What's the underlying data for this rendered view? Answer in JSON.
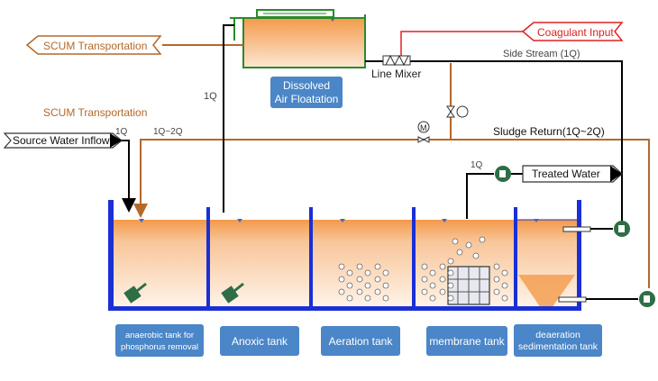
{
  "labels": {
    "scum_top": "SCUM Transportation",
    "scum_mid": "SCUM Transportation",
    "coagulant": "Coagulant Input",
    "side_stream": "Side Stream (1Q)",
    "line_mixer": "Line Mixer",
    "daf_line1": "Dissolved",
    "daf_line2": "Air Floatation",
    "source_water": "Source Water Inflow",
    "sludge_return": "Sludge Return(1Q~2Q)",
    "treated_water": "Treated Water",
    "flow_1q_daf": "1Q",
    "flow_1q_inflow": "1Q",
    "flow_1q2q": "1Q~2Q",
    "flow_1q_treated": "1Q",
    "motor": "M"
  },
  "tanks": {
    "anaerobic_line1": "anaerobic tank for",
    "anaerobic_line2": "phosphorus removal",
    "anoxic": "Anoxic tank",
    "aeration": "Aeration tank",
    "membrane": "membrane tank",
    "deaeration_line1": "deaeration",
    "deaeration_line2": "sedimentation tank"
  },
  "colors": {
    "scum": "#b4682a",
    "coagulant": "#e02020",
    "wall": "#1a2fd6",
    "label_box": "#4a86c8",
    "pump": "#2e6e46",
    "water_top": "#ffffff",
    "water_bottom": "#f5a050"
  }
}
